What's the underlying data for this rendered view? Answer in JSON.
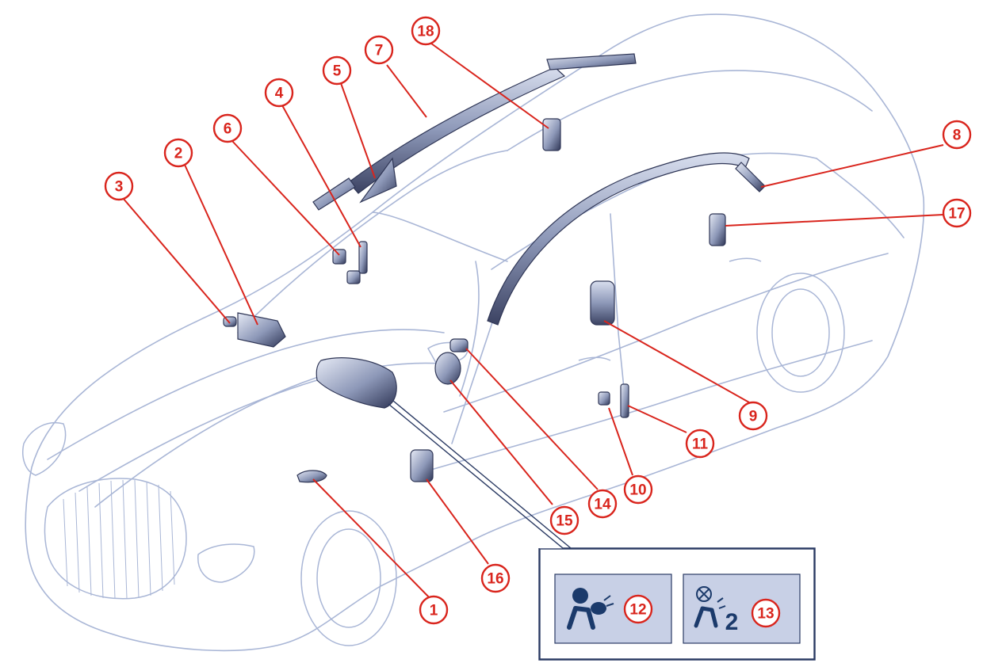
{
  "diagram": {
    "callouts": [
      {
        "id": 1,
        "label": "1"
      },
      {
        "id": 2,
        "label": "2"
      },
      {
        "id": 3,
        "label": "3"
      },
      {
        "id": 4,
        "label": "4"
      },
      {
        "id": 5,
        "label": "5"
      },
      {
        "id": 6,
        "label": "6"
      },
      {
        "id": 7,
        "label": "7"
      },
      {
        "id": 8,
        "label": "8"
      },
      {
        "id": 9,
        "label": "9"
      },
      {
        "id": 10,
        "label": "10"
      },
      {
        "id": 11,
        "label": "11"
      },
      {
        "id": 14,
        "label": "14"
      },
      {
        "id": 15,
        "label": "15"
      },
      {
        "id": 16,
        "label": "16"
      },
      {
        "id": 17,
        "label": "17"
      },
      {
        "id": 18,
        "label": "18"
      }
    ],
    "inset": {
      "items": [
        {
          "id": 12,
          "label": "12",
          "icon": "airbag-warning-icon"
        },
        {
          "id": 13,
          "label": "13",
          "icon": "passenger-airbag-off-icon",
          "icon_text": "2"
        }
      ]
    },
    "colors": {
      "car_outline": "#a9b6d6",
      "component_fill": "#8d98b8",
      "component_dark": "#3b4262",
      "callout_red": "#d9251d",
      "inset_border": "#2a3a63",
      "inset_fill": "#c8d0e6",
      "icon_color": "#1b3a6b"
    }
  }
}
